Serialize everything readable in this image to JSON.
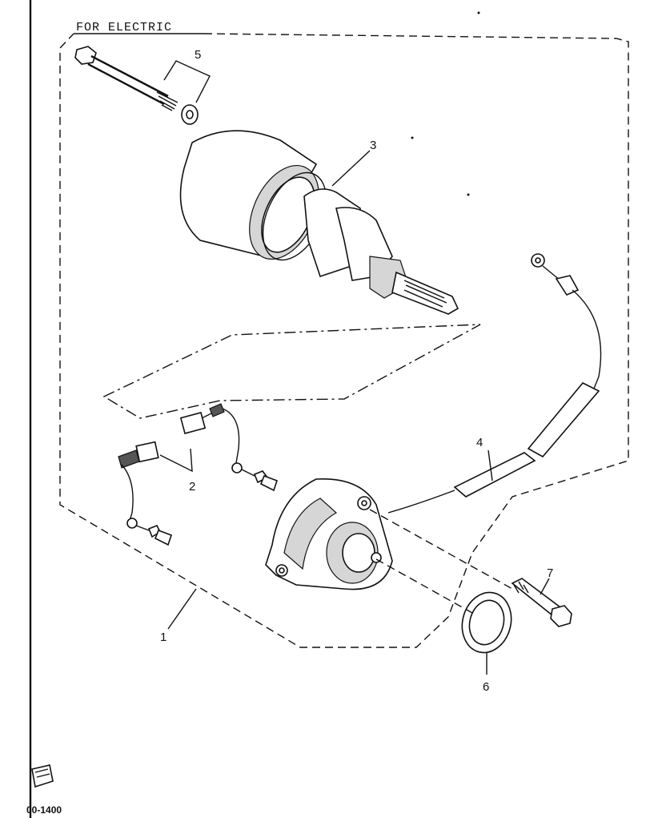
{
  "header": {
    "section_title": "FOR ELECTRIC"
  },
  "callouts": [
    {
      "id": "1",
      "text": "1"
    },
    {
      "id": "2",
      "text": "2"
    },
    {
      "id": "3",
      "text": "3"
    },
    {
      "id": "4",
      "text": "4"
    },
    {
      "id": "5",
      "text": "5"
    },
    {
      "id": "6",
      "text": "6"
    },
    {
      "id": "7",
      "text": "7"
    }
  ],
  "footer": {
    "page_code": "00-1400"
  },
  "icons": {
    "corner_badge": "catalog-badge-icon"
  }
}
